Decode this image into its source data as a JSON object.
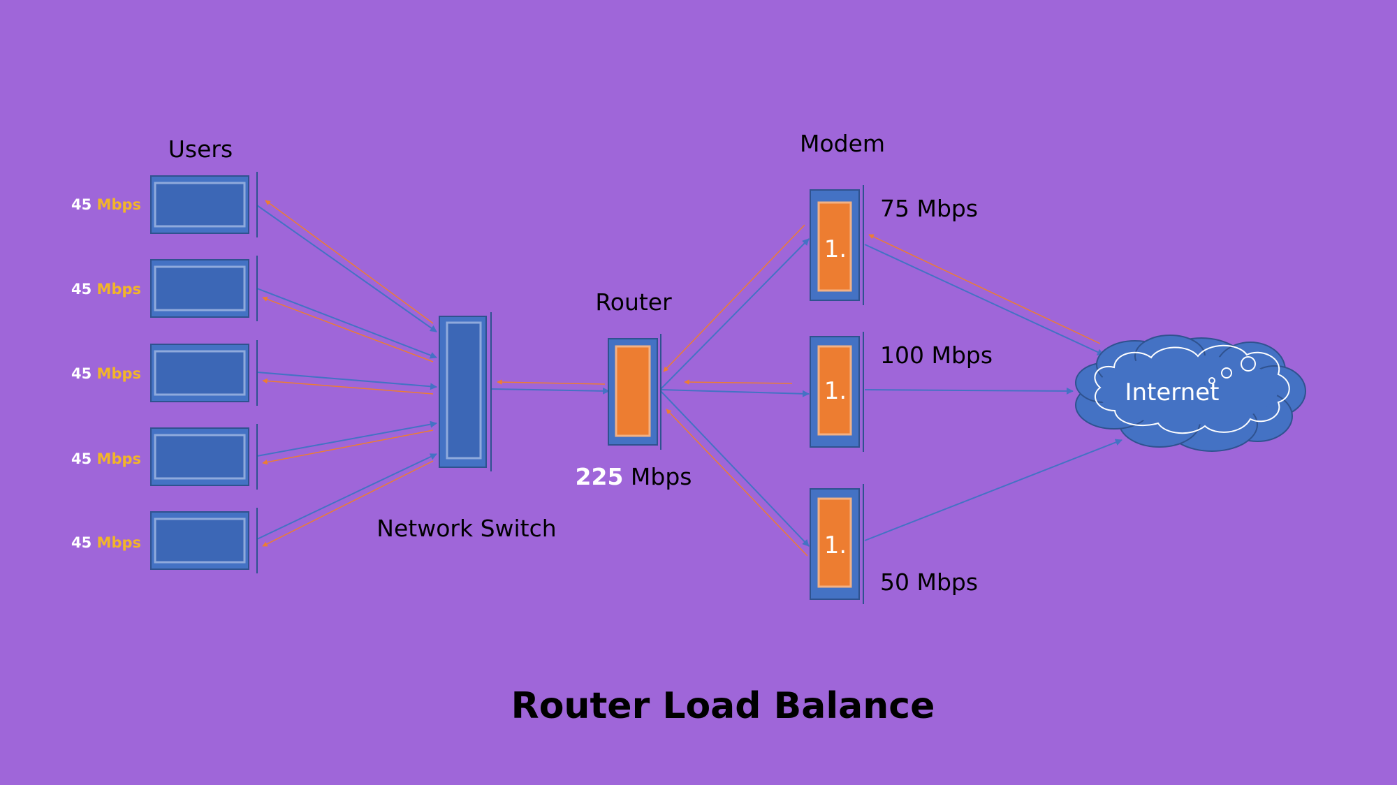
{
  "diagram": {
    "title": "Router Load Balance",
    "labels": {
      "users": "Users",
      "network_switch": "Network Switch",
      "router": "Router",
      "modem": "Modem",
      "internet": "Internet"
    },
    "users": [
      {
        "rate_value": "45",
        "rate_unit": "Mbps"
      },
      {
        "rate_value": "45",
        "rate_unit": "Mbps"
      },
      {
        "rate_value": "45",
        "rate_unit": "Mbps"
      },
      {
        "rate_value": "45",
        "rate_unit": "Mbps"
      },
      {
        "rate_value": "45",
        "rate_unit": "Mbps"
      }
    ],
    "router_rate": {
      "value": "225",
      "unit": "Mbps"
    },
    "modems": [
      {
        "number": "1.",
        "rate": "75 Mbps"
      },
      {
        "number": "1.",
        "rate": "100 Mbps"
      },
      {
        "number": "1.",
        "rate": "50 Mbps"
      }
    ],
    "colors": {
      "background": "#9f66d9",
      "device_blue": "#4472c4",
      "device_orange": "#ed7d31",
      "accent_gold": "#f2b529"
    }
  }
}
